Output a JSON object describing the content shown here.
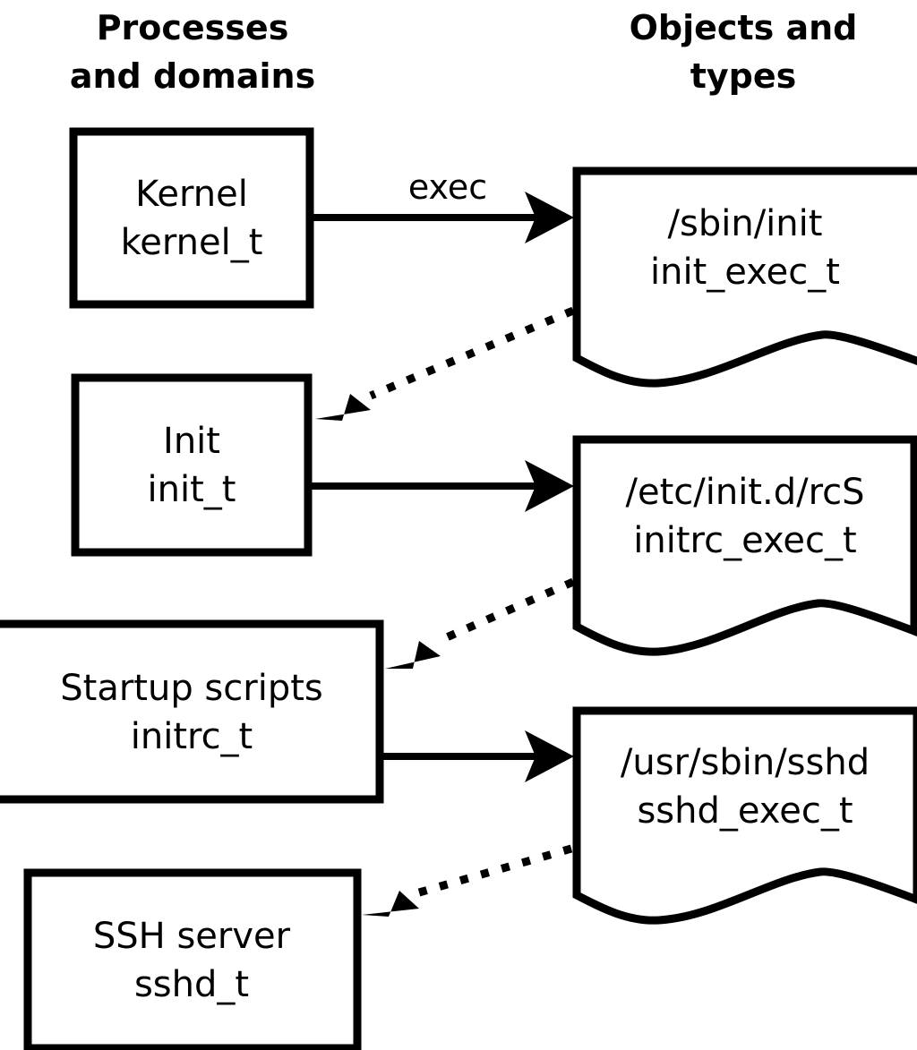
{
  "diagram": {
    "title_columns": [
      {
        "id": "processes",
        "line1": "Processes",
        "line2": "and domains"
      },
      {
        "id": "objects",
        "line1": "Objects and",
        "line2": "types"
      }
    ],
    "colors": {
      "stroke": "#000000",
      "fill": "#ffffff",
      "background": "#ffffff"
    },
    "process_nodes": [
      {
        "id": "kernel",
        "line1": "Kernel",
        "line2": "kernel_t"
      },
      {
        "id": "init",
        "line1": "Init",
        "line2": "init_t"
      },
      {
        "id": "initrc",
        "line1": "Startup scripts",
        "line2": "initrc_t"
      },
      {
        "id": "sshd",
        "line1": "SSH server",
        "line2": "sshd_t"
      }
    ],
    "object_nodes": [
      {
        "id": "init-exec",
        "line1": "/sbin/init",
        "line2": "init_exec_t"
      },
      {
        "id": "initrc-exec",
        "line1": "/etc/init.d/rcS",
        "line2": "initrc_exec_t"
      },
      {
        "id": "sshd-exec",
        "line1": "/usr/sbin/sshd",
        "line2": "sshd_exec_t"
      }
    ],
    "edges": [
      {
        "id": "kernel-to-init-exec",
        "label": "exec",
        "style": "solid",
        "from": "kernel",
        "to": "init-exec"
      },
      {
        "id": "init-exec-to-init",
        "label": "",
        "style": "dotted",
        "from": "init-exec",
        "to": "init"
      },
      {
        "id": "init-to-initrc-exec",
        "label": "",
        "style": "solid",
        "from": "init",
        "to": "initrc-exec"
      },
      {
        "id": "initrc-exec-to-initrc",
        "label": "",
        "style": "dotted",
        "from": "initrc-exec",
        "to": "initrc"
      },
      {
        "id": "initrc-to-sshd-exec",
        "label": "",
        "style": "solid",
        "from": "initrc",
        "to": "sshd-exec"
      },
      {
        "id": "sshd-exec-to-sshd",
        "label": "",
        "style": "dotted",
        "from": "sshd-exec",
        "to": "sshd"
      }
    ]
  }
}
